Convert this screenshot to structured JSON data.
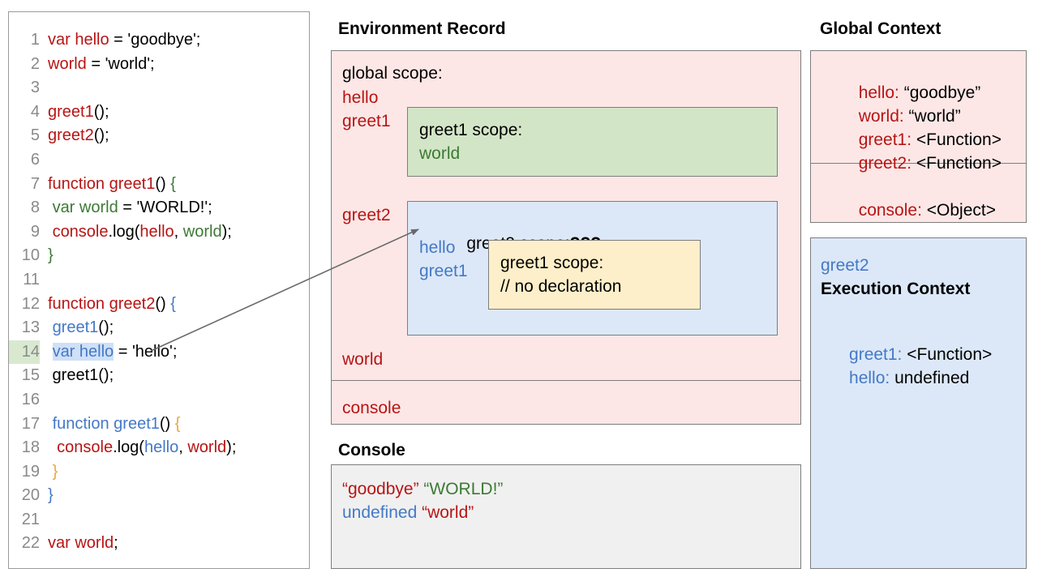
{
  "editor": {
    "lines": [
      {
        "n": "1",
        "segs": [
          {
            "t": "var hello",
            "c": "red"
          },
          {
            "t": " = 'goodbye';",
            "c": "black"
          }
        ]
      },
      {
        "n": "2",
        "segs": [
          {
            "t": "world",
            "c": "red"
          },
          {
            "t": " = 'world';",
            "c": "black"
          }
        ]
      },
      {
        "n": "3",
        "segs": []
      },
      {
        "n": "4",
        "segs": [
          {
            "t": "greet1",
            "c": "red"
          },
          {
            "t": "();",
            "c": "black"
          }
        ]
      },
      {
        "n": "5",
        "segs": [
          {
            "t": "greet2",
            "c": "red"
          },
          {
            "t": "();",
            "c": "black"
          }
        ]
      },
      {
        "n": "6",
        "segs": []
      },
      {
        "n": "7",
        "segs": [
          {
            "t": "function greet1",
            "c": "red"
          },
          {
            "t": "() ",
            "c": "black"
          },
          {
            "t": "{",
            "c": "green"
          }
        ]
      },
      {
        "n": "8",
        "segs": [
          {
            "t": " ",
            "c": "black"
          },
          {
            "t": "var world",
            "c": "green"
          },
          {
            "t": " = 'WORLD!';",
            "c": "black"
          }
        ]
      },
      {
        "n": "9",
        "segs": [
          {
            "t": " ",
            "c": "black"
          },
          {
            "t": "console",
            "c": "red"
          },
          {
            "t": ".log(",
            "c": "black"
          },
          {
            "t": "hello",
            "c": "red"
          },
          {
            "t": ", ",
            "c": "black"
          },
          {
            "t": "world",
            "c": "green"
          },
          {
            "t": ");",
            "c": "black"
          }
        ]
      },
      {
        "n": "10",
        "segs": [
          {
            "t": "}",
            "c": "green"
          }
        ]
      },
      {
        "n": "11",
        "segs": []
      },
      {
        "n": "12",
        "segs": [
          {
            "t": "function greet2",
            "c": "red"
          },
          {
            "t": "() ",
            "c": "black"
          },
          {
            "t": "{",
            "c": "blue"
          }
        ]
      },
      {
        "n": "13",
        "segs": [
          {
            "t": " ",
            "c": "black"
          },
          {
            "t": "greet1",
            "c": "blue"
          },
          {
            "t": "();",
            "c": "black"
          }
        ]
      },
      {
        "n": "14",
        "hl": true,
        "segs": [
          {
            "t": " ",
            "c": "black"
          },
          {
            "t": "var hello",
            "c": "blue",
            "sel": true
          },
          {
            "t": " = 'hello';",
            "c": "black"
          }
        ]
      },
      {
        "n": "15",
        "segs": [
          {
            "t": " greet1();",
            "c": "black"
          }
        ]
      },
      {
        "n": "16",
        "segs": []
      },
      {
        "n": "17",
        "segs": [
          {
            "t": " ",
            "c": "black"
          },
          {
            "t": "function greet1",
            "c": "blue"
          },
          {
            "t": "() ",
            "c": "black"
          },
          {
            "t": "{",
            "c": "orange"
          }
        ]
      },
      {
        "n": "18",
        "segs": [
          {
            "t": "  ",
            "c": "black"
          },
          {
            "t": "console",
            "c": "red"
          },
          {
            "t": ".log(",
            "c": "black"
          },
          {
            "t": "hello",
            "c": "blue"
          },
          {
            "t": ", ",
            "c": "black"
          },
          {
            "t": "world",
            "c": "red"
          },
          {
            "t": ");",
            "c": "black"
          }
        ]
      },
      {
        "n": "19",
        "segs": [
          {
            "t": " ",
            "c": "black"
          },
          {
            "t": "}",
            "c": "orange"
          }
        ]
      },
      {
        "n": "20",
        "segs": [
          {
            "t": "}",
            "c": "blue"
          }
        ]
      },
      {
        "n": "21",
        "segs": []
      },
      {
        "n": "22",
        "segs": [
          {
            "t": "var world",
            "c": "red"
          },
          {
            "t": ";",
            "c": "black"
          }
        ]
      }
    ]
  },
  "environment_record": {
    "heading": "Environment Record",
    "global_scope_label": "global scope:",
    "hello": "hello",
    "greet1": "greet1",
    "greet2": "greet2",
    "world": "world",
    "console": "console",
    "greet1_scope": {
      "title": "greet1 scope:",
      "world": "world"
    },
    "greet2_scope": {
      "title": "greet2 scope:",
      "title_marker": "???",
      "hello": "hello",
      "greet1": "greet1",
      "inner": {
        "title": "greet1 scope:",
        "note": "// no declaration"
      }
    }
  },
  "console": {
    "heading": "Console",
    "lines": [
      [
        {
          "t": "“goodbye” ",
          "c": "red"
        },
        {
          "t": "“WORLD!”",
          "c": "green"
        }
      ],
      [
        {
          "t": "undefined ",
          "c": "blue"
        },
        {
          "t": "“world”",
          "c": "red"
        }
      ]
    ]
  },
  "global_context": {
    "heading": "Global Context",
    "rows": [
      {
        "key": "hello: ",
        "val": "“goodbye”"
      },
      {
        "key": "world: ",
        "val": "“world”"
      },
      {
        "key": "greet1: ",
        "val": "<Function>"
      },
      {
        "key": "greet2: ",
        "val": "<Function>"
      }
    ],
    "console_row": {
      "key": "console: ",
      "val": "<Object>"
    }
  },
  "execution_context": {
    "title_name": "greet2",
    "title_text": "Execution Context",
    "rows": [
      {
        "key": "greet1: ",
        "val": "<Function>"
      },
      {
        "key": "hello: ",
        "val": "undefined"
      }
    ]
  },
  "colors": {
    "red": "#b81414",
    "green": "#3c7a33",
    "blue": "#4479c6",
    "orange": "#e8a93c",
    "pink_bg": "#fce7e6",
    "green_bg": "#d3e5c7",
    "blue_bg": "#dce8f8",
    "yellow_bg": "#fcefc9",
    "console_bg": "#f0f0f0",
    "border": "#7d7d7d"
  },
  "annotation": {
    "arrow_name": "pointer-arrow-from-line14-to-greet2-scope"
  }
}
